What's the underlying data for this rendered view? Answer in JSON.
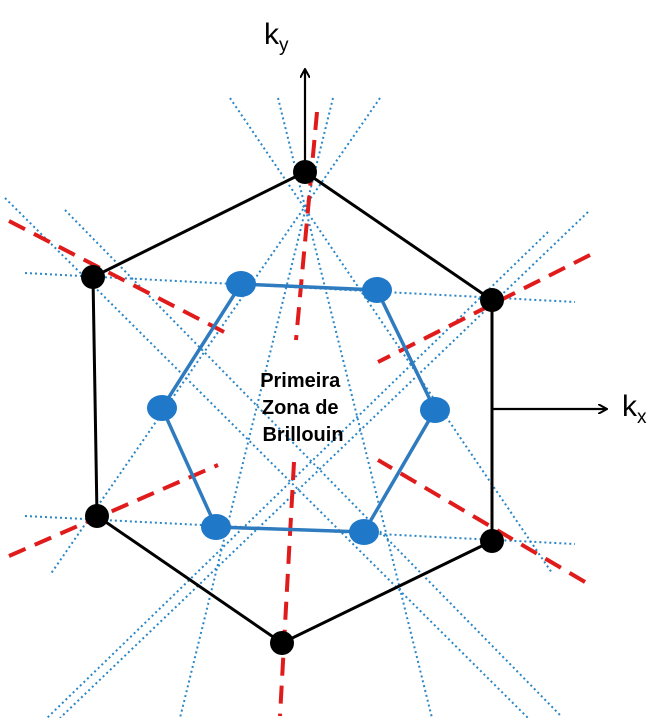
{
  "axes": {
    "ky": {
      "base": "k",
      "sub": "y"
    },
    "kx": {
      "base": "k",
      "sub": "x"
    }
  },
  "zone_label": {
    "lines": [
      "Primeira",
      "Zona de",
      "Brillouin"
    ]
  },
  "colors": {
    "outer_hexagon": "#000000",
    "inner_hexagon": "#2f7bbf",
    "inner_points": "#1f78c8",
    "dotted_lines": "#2a86c6",
    "dashed_lines": "#e01b1b",
    "vertex_points": "#000000"
  },
  "icons": {
    "ky_arrow": "arrow-up-icon",
    "kx_arrow": "arrow-right-icon"
  }
}
